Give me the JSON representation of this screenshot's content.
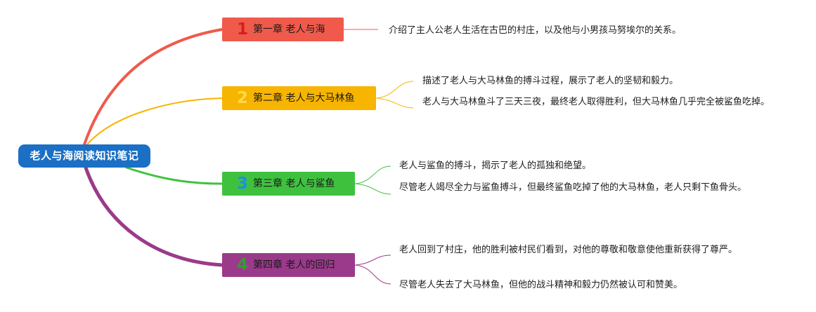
{
  "root": {
    "title": "老人与海阅读知识笔记"
  },
  "chapters": [
    {
      "number": "1",
      "title": "第一章 老人与海",
      "color": "#f05a4b",
      "num_color": "#d61f1f",
      "notes": [
        "介绍了主人公老人生活在古巴的村庄，以及他与小男孩马努埃尔的关系。"
      ]
    },
    {
      "number": "2",
      "title": "第二章 老人与大马林鱼",
      "color": "#f7b400",
      "num_color": "#ffd94a",
      "notes": [
        "描述了老人与大马林鱼的搏斗过程，展示了老人的坚韧和毅力。",
        "老人与大马林鱼斗了三天三夜，最终老人取得胜利，但大马林鱼几乎完全被鲨鱼吃掉。"
      ]
    },
    {
      "number": "3",
      "title": "第三章 老人与鲨鱼",
      "color": "#3ec23e",
      "num_color": "#1f8fe0",
      "notes": [
        "老人与鲨鱼的搏斗，揭示了老人的孤独和绝望。",
        "尽管老人竭尽全力与鲨鱼搏斗，但最终鲨鱼吃掉了他的大马林鱼，老人只剩下鱼骨头。"
      ]
    },
    {
      "number": "4",
      "title": "第四章 老人的回归",
      "color": "#9b3a8b",
      "num_color": "#2f9e2f",
      "notes": [
        "老人回到了村庄，他的胜利被村民们看到，对他的尊敬和敬意使他重新获得了尊严。",
        "尽管老人失去了大马林鱼，但他的战斗精神和毅力仍然被认可和赞美。"
      ]
    }
  ]
}
